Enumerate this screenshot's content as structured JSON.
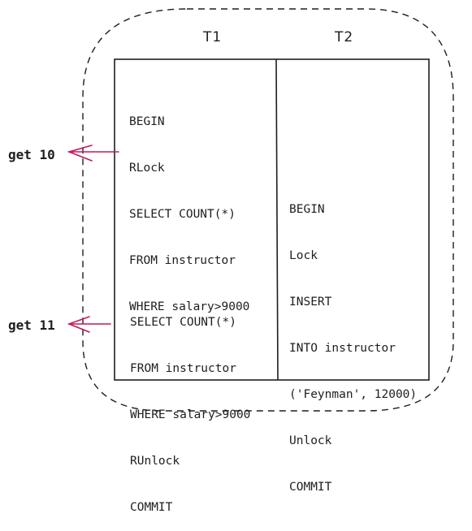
{
  "columns": {
    "t1": "T1",
    "t2": "T2"
  },
  "t1_block_1": [
    "BEGIN",
    "RLock",
    "SELECT COUNT(*)",
    "FROM instructor",
    "WHERE salary>9000"
  ],
  "t2_block": [
    "BEGIN",
    "Lock",
    "INSERT",
    "INTO instructor",
    "('Feynman', 12000)",
    "Unlock",
    "COMMIT"
  ],
  "t1_block_2": [
    "SELECT COUNT(*)",
    "FROM instructor",
    "WHERE salary>9000",
    "RUnlock",
    "COMMIT"
  ],
  "results": {
    "first": "get 10",
    "second": "get 11"
  },
  "colors": {
    "stroke": "#1e1e1e",
    "arrow": "#c2185b"
  }
}
